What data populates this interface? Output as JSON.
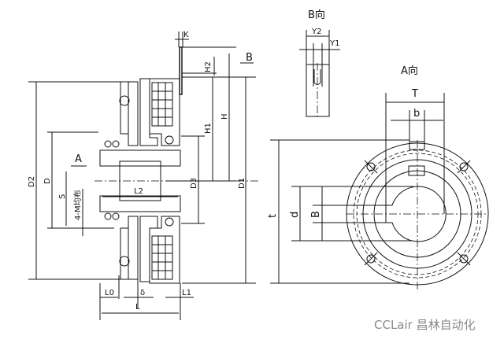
{
  "side_view": {
    "labels": {
      "K": "K",
      "B_arrow": "B",
      "H2": "H2",
      "H1": "H1",
      "H": "H",
      "D2": "D2",
      "D": "D",
      "S": "S",
      "holes": "4-M均布",
      "A_arrow": "A",
      "L2": "L2",
      "D3": "D3",
      "D1": "D1",
      "L0": "L0",
      "delta": "δ",
      "L1": "L1",
      "L": "L"
    }
  },
  "view_b": {
    "title": "B向",
    "Y2": "Y2",
    "Y1": "Y1"
  },
  "view_a": {
    "title": "A向",
    "T": "T",
    "b": "b",
    "t": "t",
    "d": "d",
    "B": "B"
  },
  "watermark": "CCLair 昌林自动化"
}
